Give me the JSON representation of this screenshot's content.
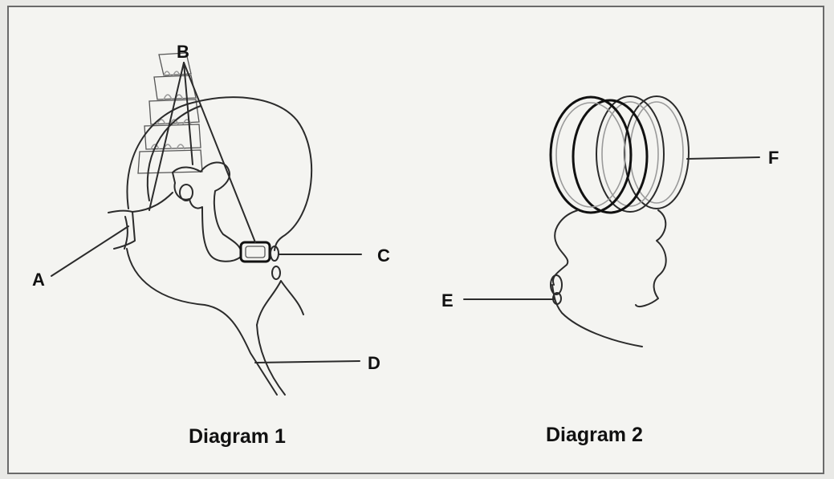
{
  "labels": {
    "A": "A",
    "B": "B",
    "C": "C",
    "D": "D",
    "E": "E",
    "F": "F"
  },
  "captions": {
    "diagram1": "Diagram 1",
    "diagram2": "Diagram 2"
  }
}
